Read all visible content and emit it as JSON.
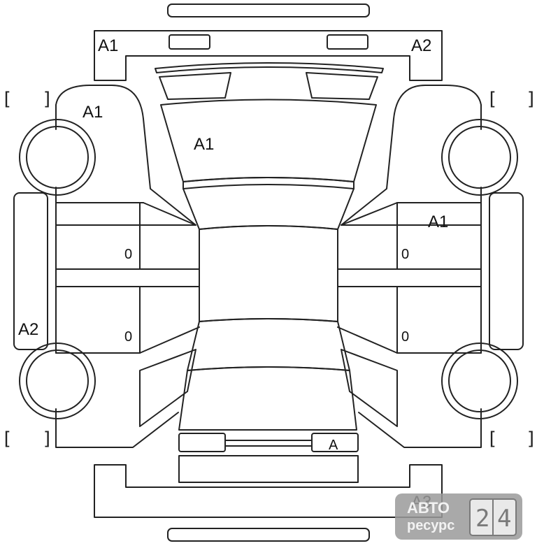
{
  "marks": {
    "front_bumper_left": "A1",
    "front_bumper_right": "A2",
    "left_front_fender": "A1",
    "hood": "A1",
    "right_front_door": "A1",
    "left_rear_quarter_sill": "A2",
    "left_front_door": "0",
    "left_rear_door": "0",
    "right_front_door_code": "0",
    "right_rear_door": "0",
    "rear_license_area": "A",
    "rear_bumper": "A3"
  },
  "brackets": {
    "open": "[",
    "close": "]"
  },
  "watermark": {
    "line1": "АВТО",
    "line2": "ресурс",
    "digit1": "2",
    "digit2": "4"
  }
}
